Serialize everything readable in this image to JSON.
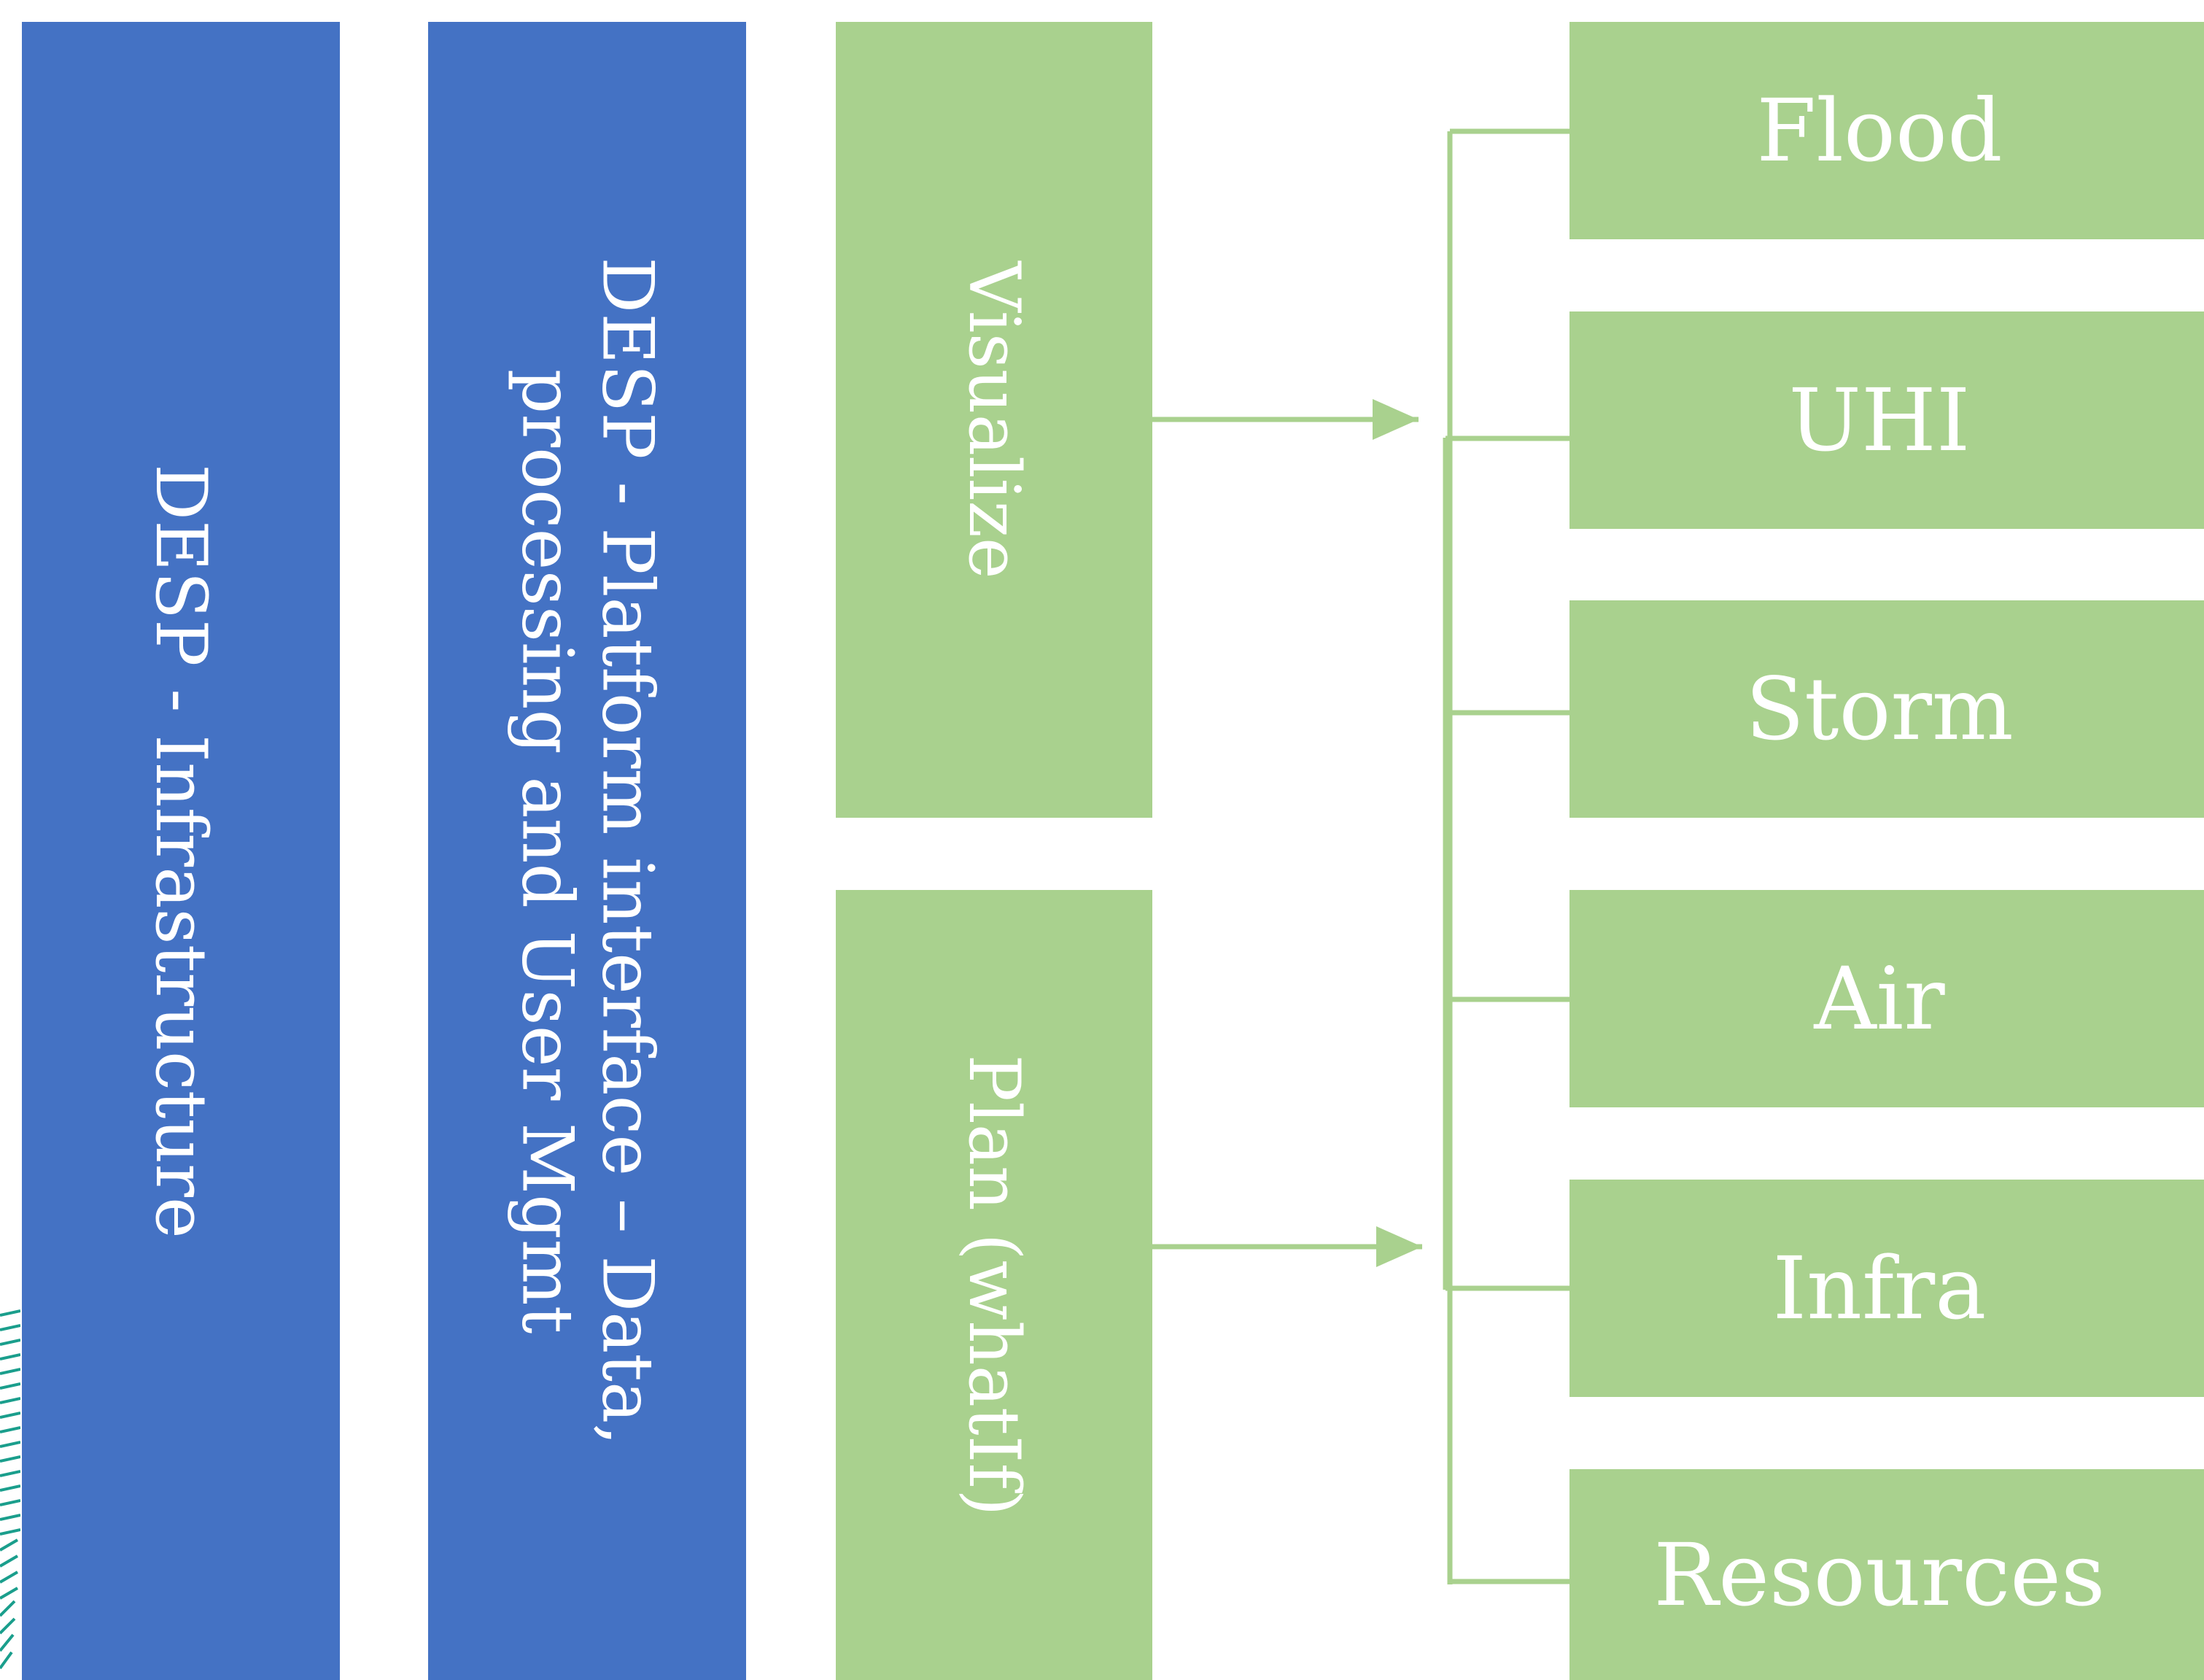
{
  "colors": {
    "blue": "#4472c4",
    "green": "#a9d18e",
    "text": "#ffffff",
    "stripe": "#1a9e8c"
  },
  "layers": {
    "infrastructure": "DESP - Infrastructure",
    "platform_line1": "DESP - Platform interface – Data,",
    "platform_line2": "processing and User Mgmt"
  },
  "modes": {
    "visualize": "Visualize",
    "plan": "Plan (whatIf)"
  },
  "categories": [
    "Flood",
    "UHI",
    "Storm",
    "Air",
    "Infra",
    "Resources"
  ]
}
